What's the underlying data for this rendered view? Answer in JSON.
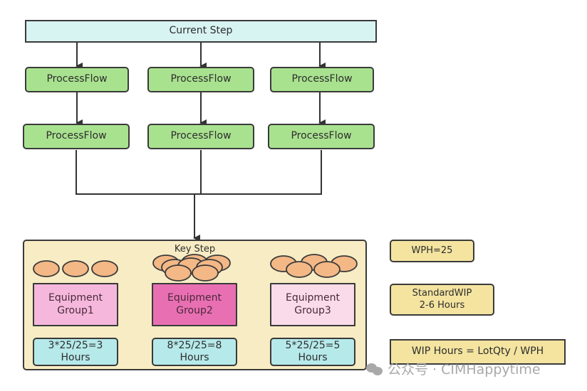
{
  "diagram": {
    "current_step": "Current Step",
    "process_flows": [
      [
        "ProcessFlow",
        "ProcessFlow"
      ],
      [
        "ProcessFlow",
        "ProcessFlow"
      ],
      [
        "ProcessFlow",
        "ProcessFlow"
      ]
    ],
    "key_step": {
      "title": "Key Step",
      "groups": [
        {
          "name_line1": "Equipment",
          "name_line2": "Group1",
          "lots": 3,
          "color": "#f5b8dc",
          "calc": "3*25/25=3",
          "unit": "Hours"
        },
        {
          "name_line1": "Equipment",
          "name_line2": "Group2",
          "lots": 8,
          "color": "#e96fb3",
          "calc": "8*25/25=8",
          "unit": "Hours"
        },
        {
          "name_line1": "Equipment",
          "name_line2": "Group3",
          "lots": 5,
          "color": "#f9dbea",
          "calc": "5*25/25=5",
          "unit": "Hours"
        }
      ]
    },
    "legend": {
      "wph": "WPH=25",
      "standard_wip_line1": "StandardWIP",
      "standard_wip_line2": "2-6 Hours",
      "formula": "WIP Hours = LotQty / WPH"
    },
    "colors": {
      "lot": "#f3b886",
      "process_flow": "#a9e28f",
      "current_step": "#d7f3f2",
      "key_step": "#f7ecc3",
      "hours_box": "#b6e9ea",
      "legend_box": "#f4e4a0"
    }
  },
  "watermark": {
    "text": "公众号 · CIMHappytime"
  }
}
